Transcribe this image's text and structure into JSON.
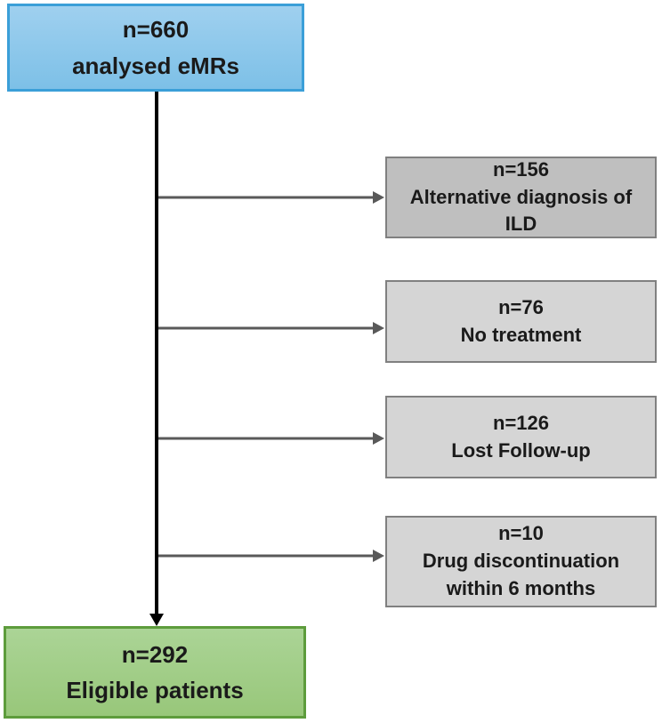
{
  "colors": {
    "blue_fill": "#7dc0e7",
    "blue_fill_light": "#9fd0ef",
    "blue_border": "#3b9fd8",
    "green_fill": "#98c77a",
    "green_fill_light": "#abd496",
    "green_border": "#5d9c3c",
    "gray_dark_fill": "#bfbfbf",
    "gray_light_fill": "#d5d5d5",
    "gray_border": "#808080",
    "arrow_gray": "#595959",
    "arrow_black": "#000000",
    "text": "#1a1a1a"
  },
  "nodes": {
    "source": {
      "count": "n=660",
      "label": "analysed eMRs"
    },
    "exclusion1": {
      "count": "n=156",
      "label": "Alternative diagnosis of ILD"
    },
    "exclusion2": {
      "count": "n=76",
      "label": "No treatment"
    },
    "exclusion3": {
      "count": "n=126",
      "label": "Lost Follow-up"
    },
    "exclusion4": {
      "count": "n=10",
      "label": "Drug discontinuation within 6 months"
    },
    "result": {
      "count": "n=292",
      "label": "Eligible patients"
    }
  }
}
